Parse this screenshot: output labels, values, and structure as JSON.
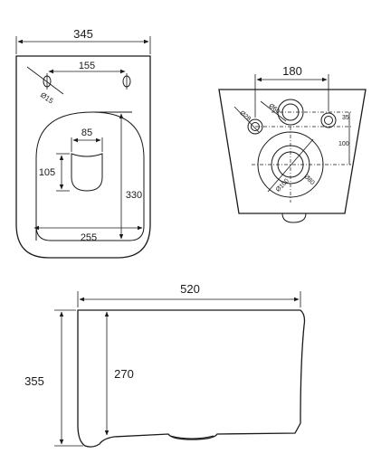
{
  "top_view": {
    "overall_width": "345",
    "hole_spacing": "155",
    "hole_diameter": "Ø15",
    "seat_width": "85",
    "seat_depth": "105",
    "bowl_length": "330",
    "bowl_width": "255"
  },
  "back_view": {
    "pipe_spacing": "180",
    "diameter_28": "Ø28",
    "diameter_60": "Ø60",
    "offset_35": "35",
    "offset_100": "100",
    "diameter_80": "Ø80",
    "diameter_100": "Ø100"
  },
  "side_view": {
    "depth": "520",
    "total_height": "355",
    "body_height": "270"
  }
}
